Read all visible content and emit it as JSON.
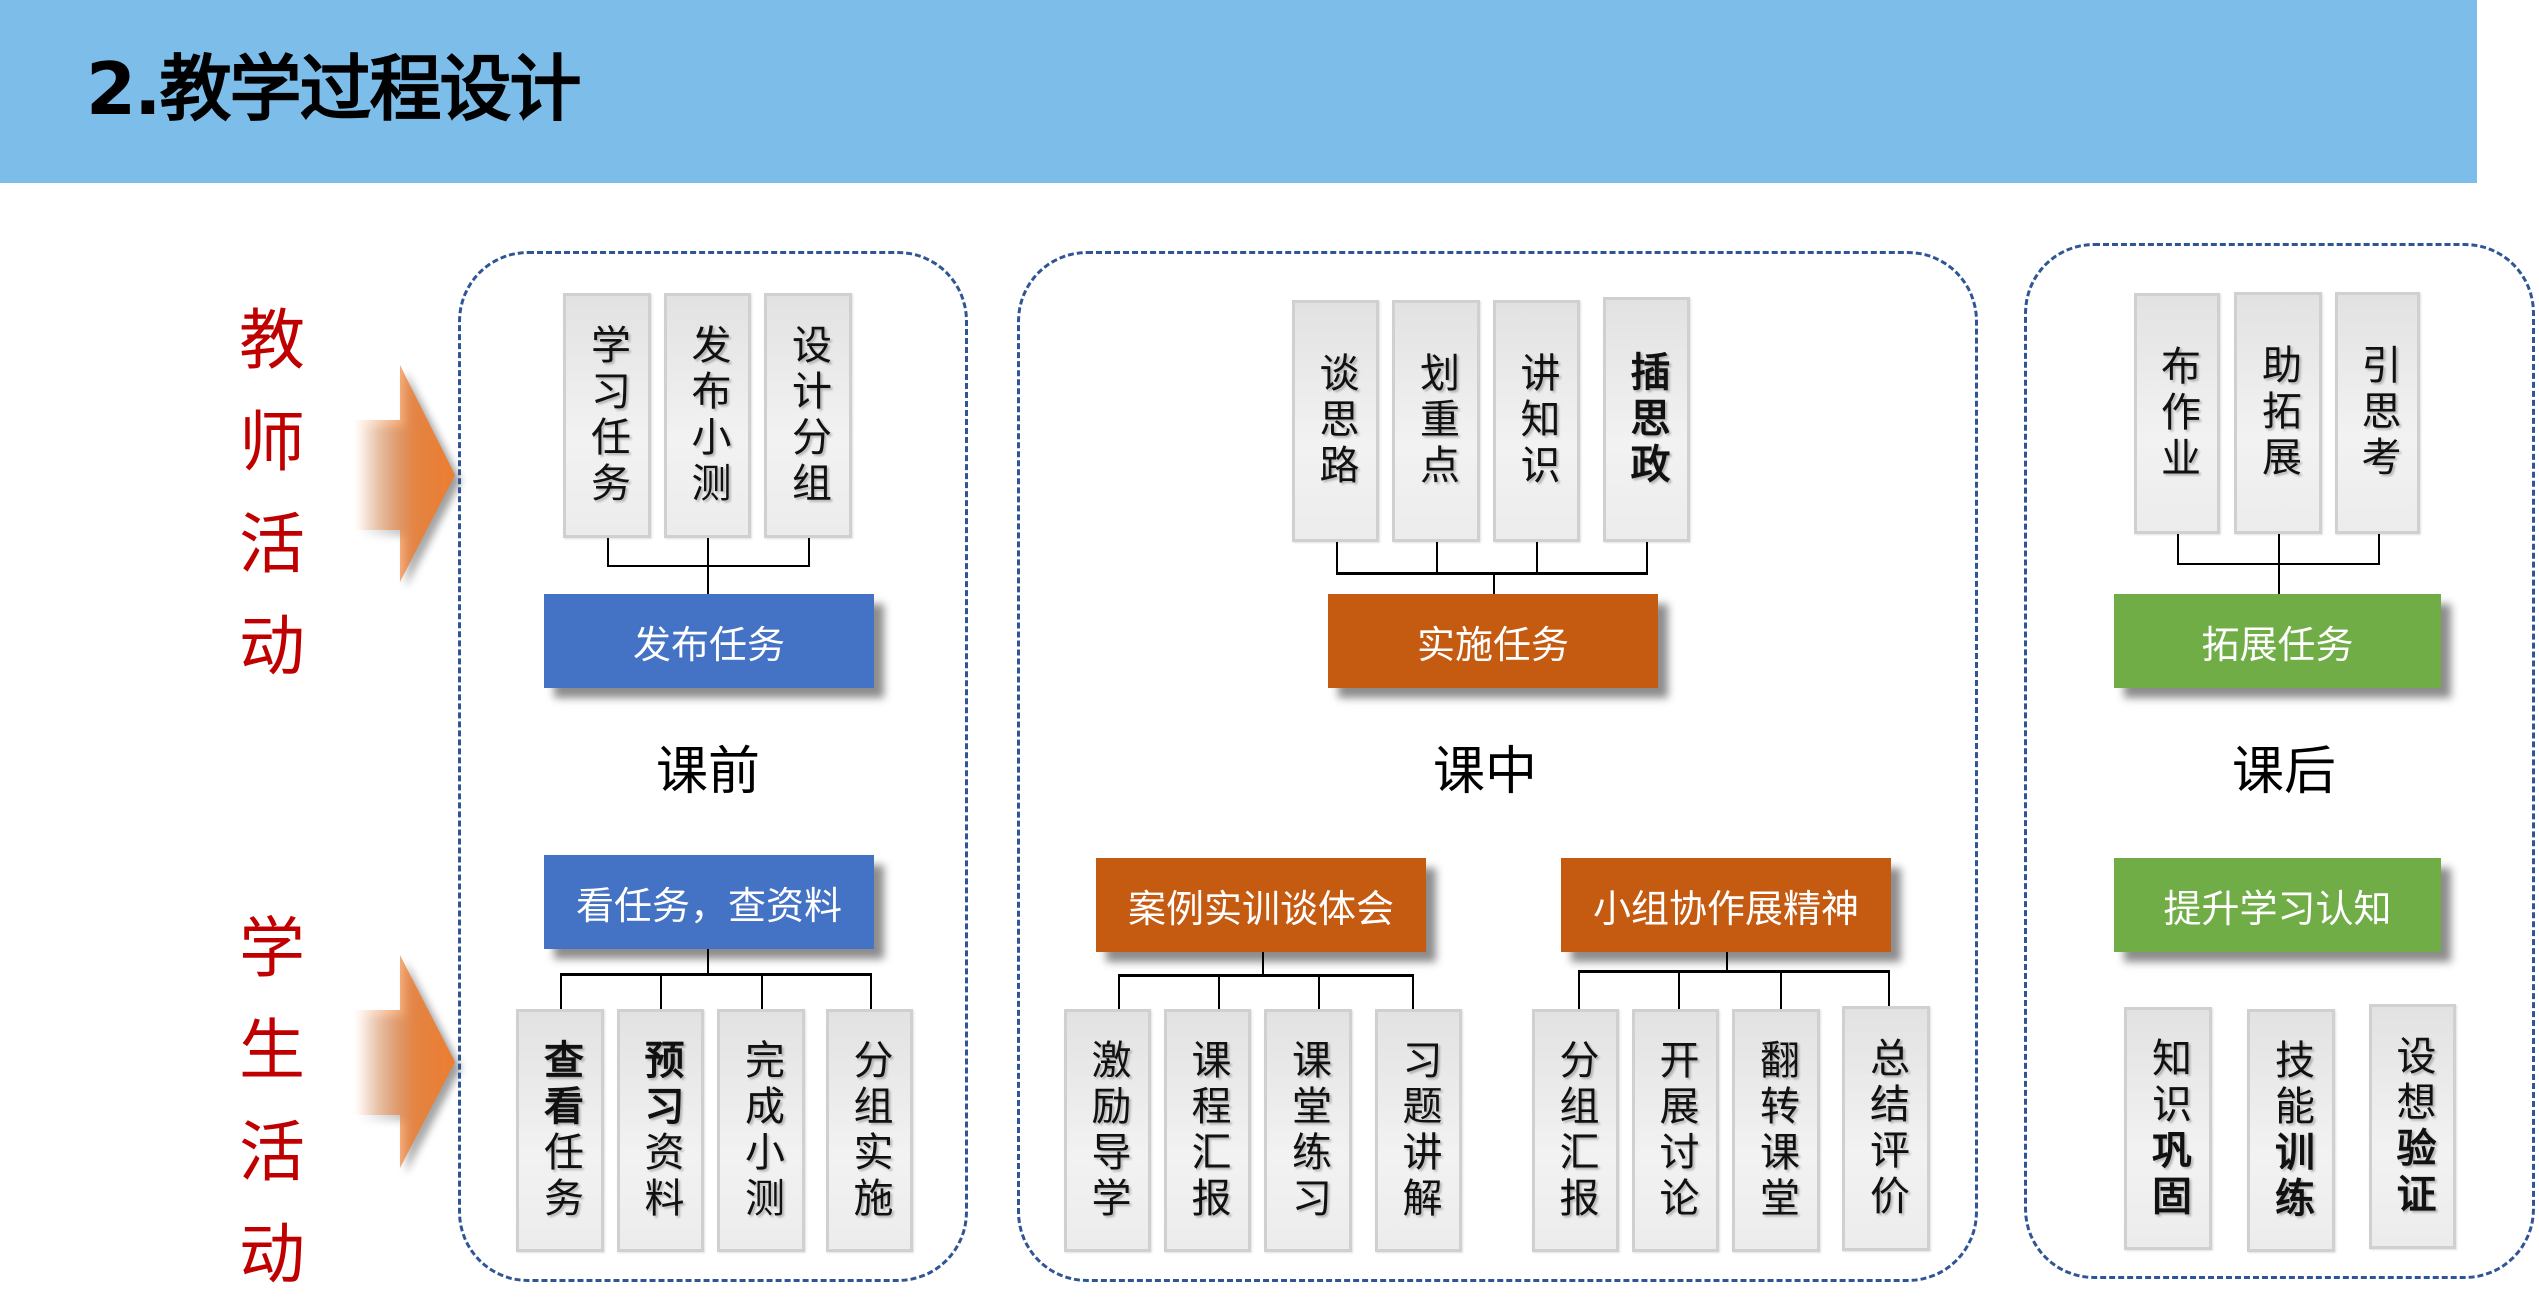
{
  "title": "2.教学过程设计",
  "side_labels": {
    "teacher": "教师活动",
    "student": "学生活动"
  },
  "colors": {
    "header": "#7cbdea",
    "pre": "#4472c4",
    "in": "#c55a11",
    "post": "#70ad47",
    "label": "#c00000",
    "arrow": "#ed7d31",
    "dash": "#2f5597"
  },
  "phases": {
    "pre": {
      "name": "课前",
      "teacher_task": "发布任务",
      "teacher_items": [
        "学习任务",
        "发布小测",
        "设计分组"
      ],
      "student_task": "看任务，查资料",
      "student_items": [
        {
          "text": "查看任务",
          "bold_count": 2
        },
        {
          "text": "预习资料",
          "bold_count": 2
        },
        {
          "text": "完成小测",
          "bold_count": 0
        },
        {
          "text": "分组实施",
          "bold_count": 0
        }
      ]
    },
    "in": {
      "name": "课中",
      "teacher_task": "实施任务",
      "teacher_items": [
        {
          "text": "谈思路",
          "bold": false
        },
        {
          "text": "划重点",
          "bold": false
        },
        {
          "text": "讲知识",
          "bold": false
        },
        {
          "text": "插思政",
          "bold": true
        }
      ],
      "student_groups": [
        {
          "task": "案例实训谈体会",
          "items": [
            "激励导学",
            "课程汇报",
            "课堂练习",
            "习题讲解"
          ]
        },
        {
          "task": "小组协作展精神",
          "items": [
            "分组汇报",
            "开展讨论",
            "翻转课堂",
            "总结评价"
          ]
        }
      ]
    },
    "post": {
      "name": "课后",
      "teacher_task": "拓展任务",
      "teacher_items": [
        "布作业",
        "助拓展",
        "引思考"
      ],
      "student_task": "提升学习认知",
      "student_items": [
        {
          "plain": "知识",
          "bold": "巩固"
        },
        {
          "plain": "技能",
          "bold": "训练"
        },
        {
          "plain": "设想",
          "bold": "验证"
        }
      ]
    }
  }
}
